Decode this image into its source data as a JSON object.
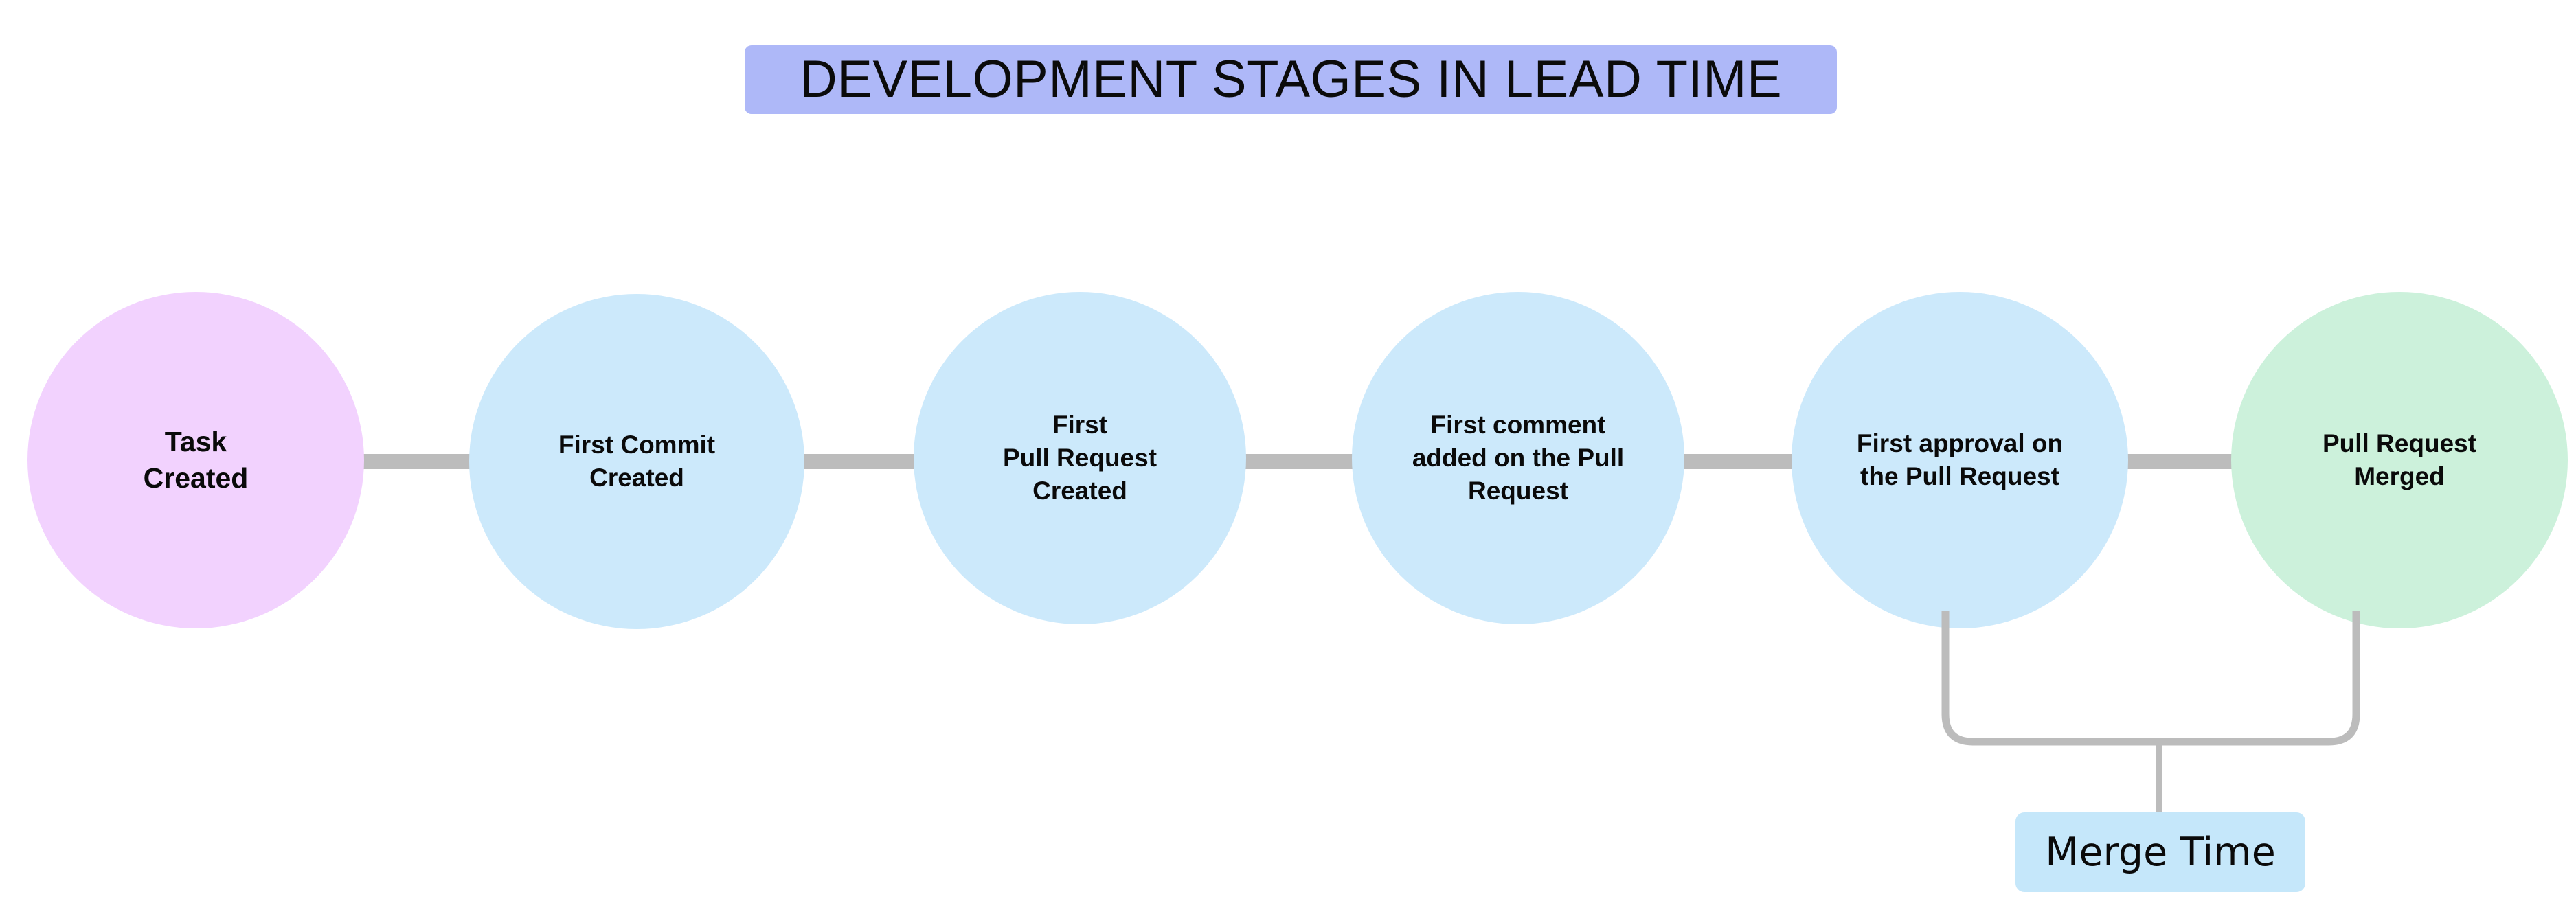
{
  "title": {
    "text": "DEVELOPMENT STAGES IN LEAD TIME",
    "background_color": "#AEB8F8",
    "text_color": "#0B0B0B"
  },
  "colors": {
    "canvas": "#FFFFFF",
    "start_node": "#F2D2FE",
    "middle_node": "#CCE9FB",
    "end_node": "#CCF1DB",
    "connector": "#BCBCBC",
    "merge_label": "#C5E7FA"
  },
  "stages": [
    {
      "id": "task-created",
      "label": "Task\nCreated",
      "color": "#F2D2FE"
    },
    {
      "id": "first-commit",
      "label": "First Commit\nCreated",
      "color": "#CCE9FB"
    },
    {
      "id": "first-pr",
      "label": "First\nPull Request\nCreated",
      "color": "#CCE9FB"
    },
    {
      "id": "first-comment",
      "label": "First comment\nadded on the Pull\nRequest",
      "color": "#CCE9FB"
    },
    {
      "id": "first-approval",
      "label": "First approval on\nthe Pull Request",
      "color": "#CCE9FB"
    },
    {
      "id": "pr-merged",
      "label": "Pull Request\nMerged",
      "color": "#CCF1DB"
    }
  ],
  "connectors": [
    {
      "from": "task-created",
      "to": "first-commit"
    },
    {
      "from": "first-commit",
      "to": "first-pr"
    },
    {
      "from": "first-pr",
      "to": "first-comment"
    },
    {
      "from": "first-comment",
      "to": "first-approval"
    },
    {
      "from": "first-approval",
      "to": "pr-merged"
    }
  ],
  "annotation": {
    "label": "Merge Time",
    "spans_from": "first-approval",
    "spans_to": "pr-merged",
    "background_color": "#C5E7FA"
  },
  "chart_data": {
    "type": "diagram",
    "title": "DEVELOPMENT STAGES IN LEAD TIME",
    "nodes": [
      "Task Created",
      "First Commit Created",
      "First Pull Request Created",
      "First comment added on the Pull Request",
      "First approval on the Pull Request",
      "Pull Request Merged"
    ],
    "measures": [
      {
        "name": "Merge Time",
        "from": "First approval on the Pull Request",
        "to": "Pull Request Merged"
      }
    ]
  }
}
